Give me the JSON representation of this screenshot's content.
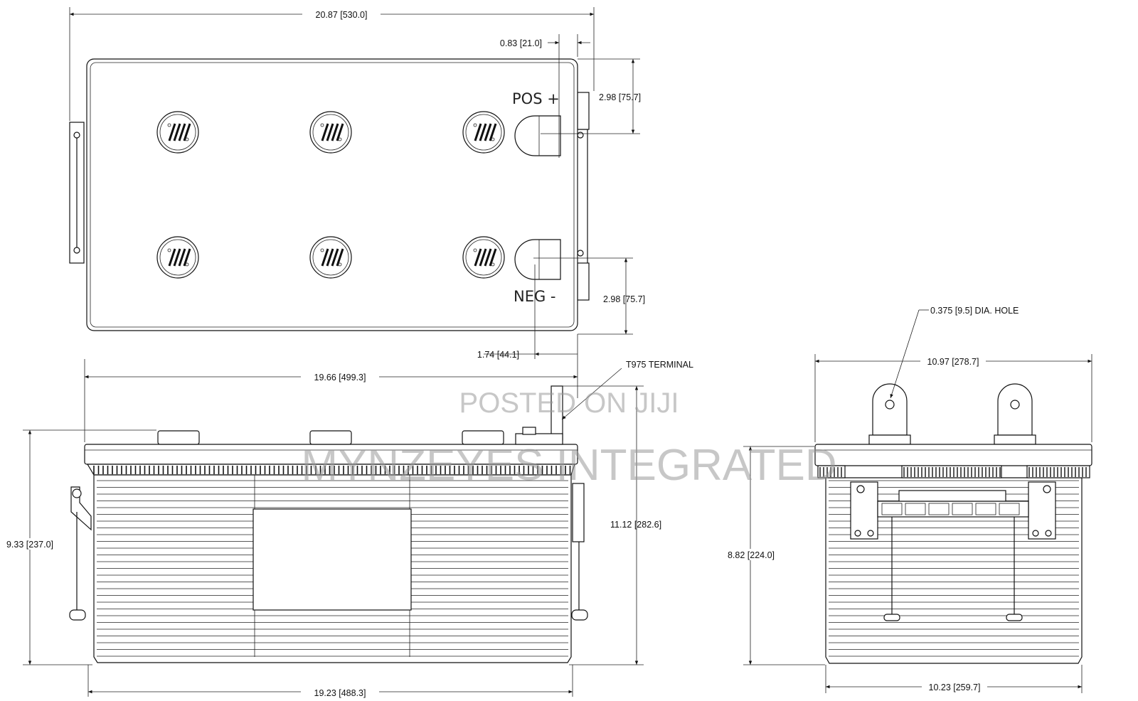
{
  "top_view": {
    "dims": {
      "overall_length": "20.87 [530.0]",
      "terminal_offset": "0.83 [21.0]",
      "pos_spacing": "2.98 [75.7]",
      "neg_spacing": "2.98 [75.7]",
      "terminal_inset": "1.74 [44.1]"
    },
    "labels": {
      "pos": "POS +",
      "neg": "NEG -"
    }
  },
  "front_view": {
    "dims": {
      "cover_length": "19.66 [499.3]",
      "container_height": "9.33 [237.0]",
      "total_height": "11.12 [282.6]",
      "base_length": "19.23 [488.3]"
    },
    "callouts": {
      "terminal": "T975 TERMINAL"
    }
  },
  "side_view": {
    "dims": {
      "width": "10.97 [278.7]",
      "height": "8.82 [224.0]",
      "base_width": "10.23 [259.7]"
    },
    "callouts": {
      "hole": "0.375 [9.5] DIA. HOLE"
    }
  },
  "watermarks": {
    "line1": "POSTED ON JIJI",
    "line2": "MYNZEYES INTEGRATED"
  }
}
